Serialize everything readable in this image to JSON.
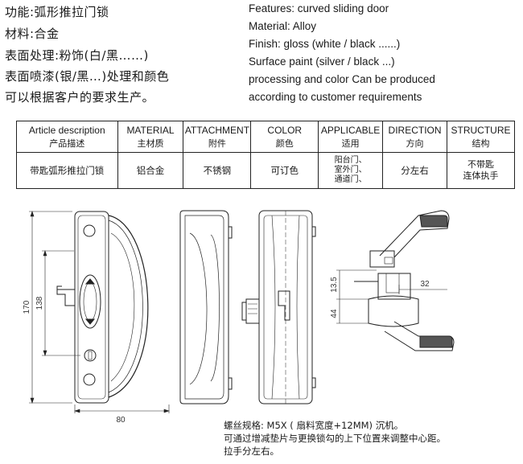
{
  "header": {
    "cn_lines": [
      "功能:弧形推拉门锁",
      "材料:合金",
      "表面处理:粉饰(白/黑……)",
      "表面喷漆(银/黑…)处理和颜色",
      "可以根据客户的要求生产。"
    ],
    "en_lines": [
      "Features: curved sliding door",
      "Material: Alloy",
      "Finish: gloss (white / black ......)",
      "Surface paint (silver / black ...)",
      "processing and color Can be produced",
      "according to customer requirements"
    ]
  },
  "table": {
    "columns": [
      {
        "en": "Article description",
        "cn": "产品描述"
      },
      {
        "en": "MATERIAL",
        "cn": "主材质"
      },
      {
        "en": "ATTACHMENT",
        "cn": "附件"
      },
      {
        "en": "COLOR",
        "cn": "颜色"
      },
      {
        "en": "APPLICABLE",
        "cn": "适用"
      },
      {
        "en": "DIRECTION",
        "cn": "方向"
      },
      {
        "en": "STRUCTURE",
        "cn": "结构"
      }
    ],
    "row": {
      "description": "带匙弧形推拉门锁",
      "material": "铝合金",
      "attachment": "不锈钢",
      "color": "可订色",
      "applicable": [
        "阳台门、",
        "室外门、",
        "通道门、"
      ],
      "direction": "分左右",
      "structure": [
        "不带匙",
        "连体执手"
      ]
    }
  },
  "dimensions": {
    "height_total": "170",
    "height_inner": "138",
    "width": "80",
    "side_13_5": "13.5",
    "side_44": "44",
    "top_32": "32"
  },
  "notes": [
    "螺丝规格: M5X ( 扇料宽度+12MM) 沉机。",
    "可通过增减垫片与更换锁勾的上下位置来调整中心距。",
    "拉手分左右。"
  ]
}
